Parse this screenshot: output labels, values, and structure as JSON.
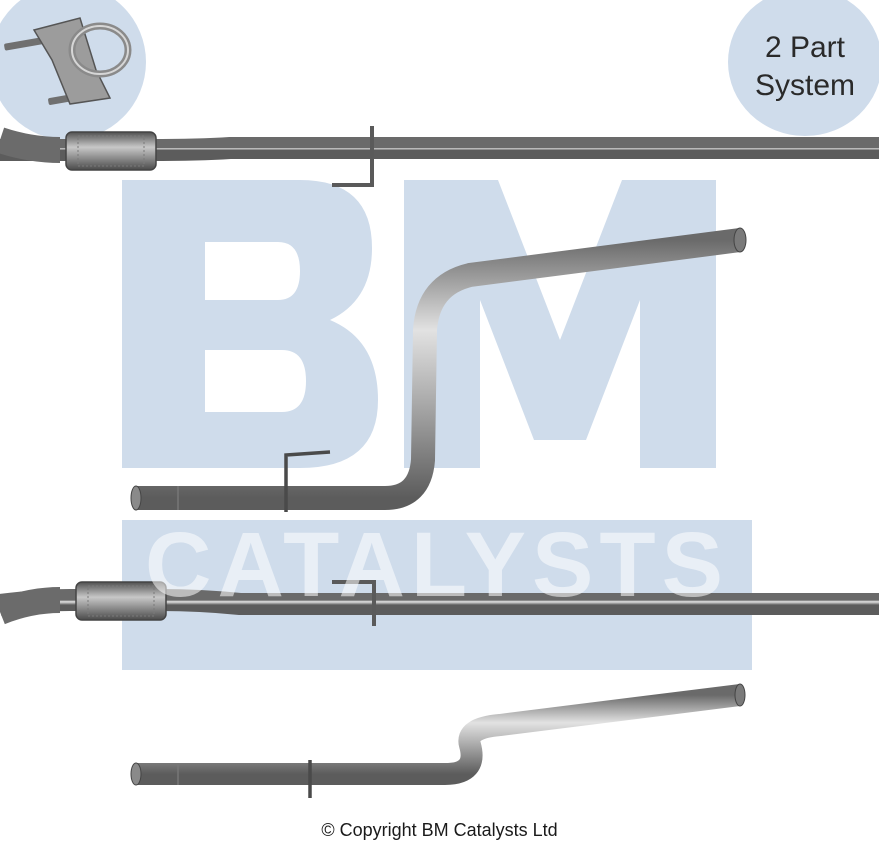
{
  "badge": {
    "line1": "2 Part",
    "line2": "System"
  },
  "watermark": {
    "logo_text": "BM",
    "sub_text": "CATALYSTS"
  },
  "copyright": "© Copyright BM Catalysts Ltd",
  "colors": {
    "watermark": "#cfdceb",
    "pipe_light": "#d8d8d8",
    "pipe_mid": "#a4a4a4",
    "pipe_dark": "#5e5e5e",
    "text": "#1a1a1a"
  }
}
